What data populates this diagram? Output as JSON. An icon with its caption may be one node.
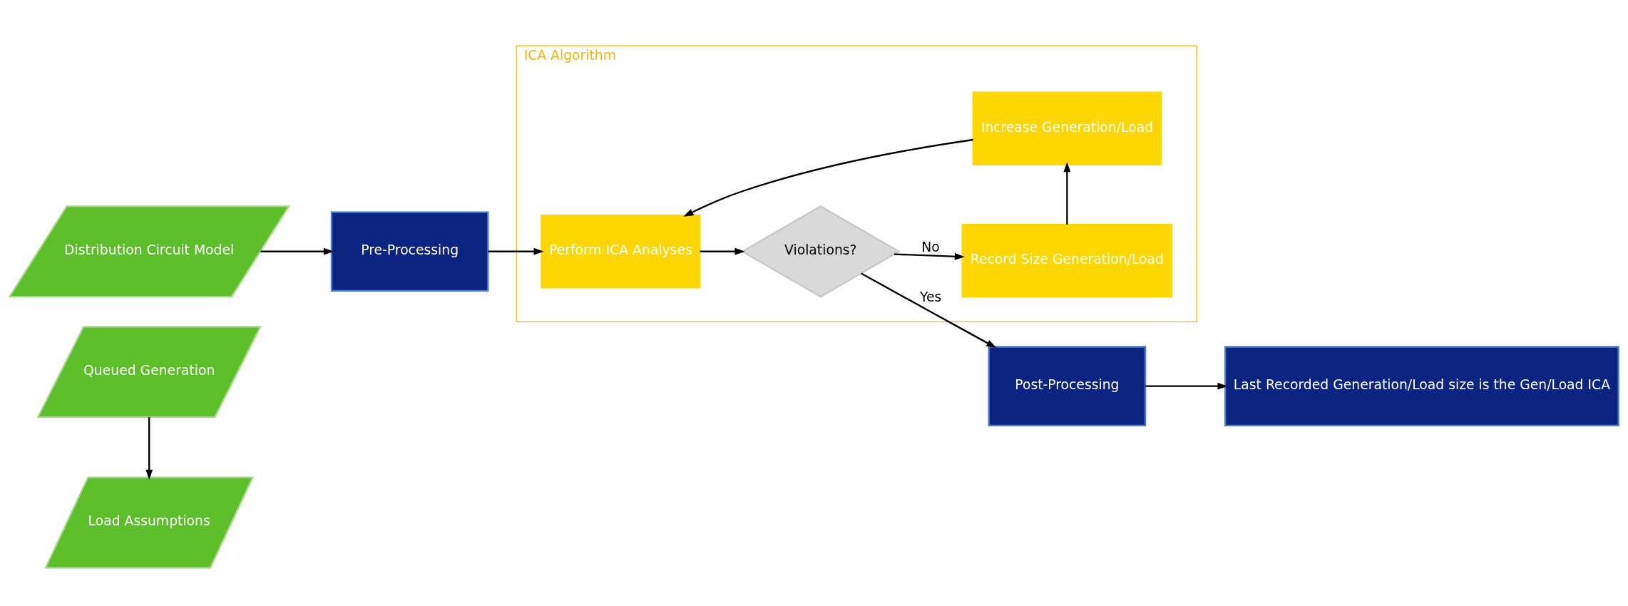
{
  "diagram": {
    "nodes": [
      {
        "text": [
          "Queued Generation"
        ]
      },
      {
        "text": [
          "Distribution Circuit Model"
        ]
      },
      {
        "text": [
          "Load Assumptions"
        ]
      },
      {
        "text": [
          "Pre-Processing"
        ]
      },
      {
        "text": [
          "ICA Algorithm"
        ]
      },
      {
        "text": [
          "Perform ICA Analyses"
        ],
        "in": 4
      },
      {
        "text": [
          "Violations?"
        ],
        "in": 4
      },
      {
        "text": [
          "Increase Generation/Load"
        ],
        "in": 4
      },
      {
        "text": [
          "Record Size Generation/Load"
        ],
        "in": 4
      },
      {
        "text": [
          "Post-Processing"
        ]
      },
      {
        "text": [
          "Last Recorded Generation/Load size is the Gen/Load ICA"
        ]
      }
    ],
    "edges": [
      {
        "from": 0,
        "to": 2,
        "arrow": "to"
      },
      {
        "from": 1,
        "to": 3,
        "arrow": "to"
      },
      {
        "from": 3,
        "to": 5,
        "arrow": "to"
      },
      {
        "from": 5,
        "to": 6,
        "arrow": "to"
      },
      {
        "from": 6,
        "to": 9,
        "arrow": "to",
        "label": "Yes"
      },
      {
        "from": 6,
        "to": 8,
        "arrow": "to",
        "label": "No"
      },
      {
        "from": 8,
        "to": 7,
        "arrow": "to"
      },
      {
        "from": 7,
        "to": 5,
        "arrow": "to"
      },
      {
        "from": 9,
        "to": 10,
        "arrow": "to"
      }
    ]
  }
}
